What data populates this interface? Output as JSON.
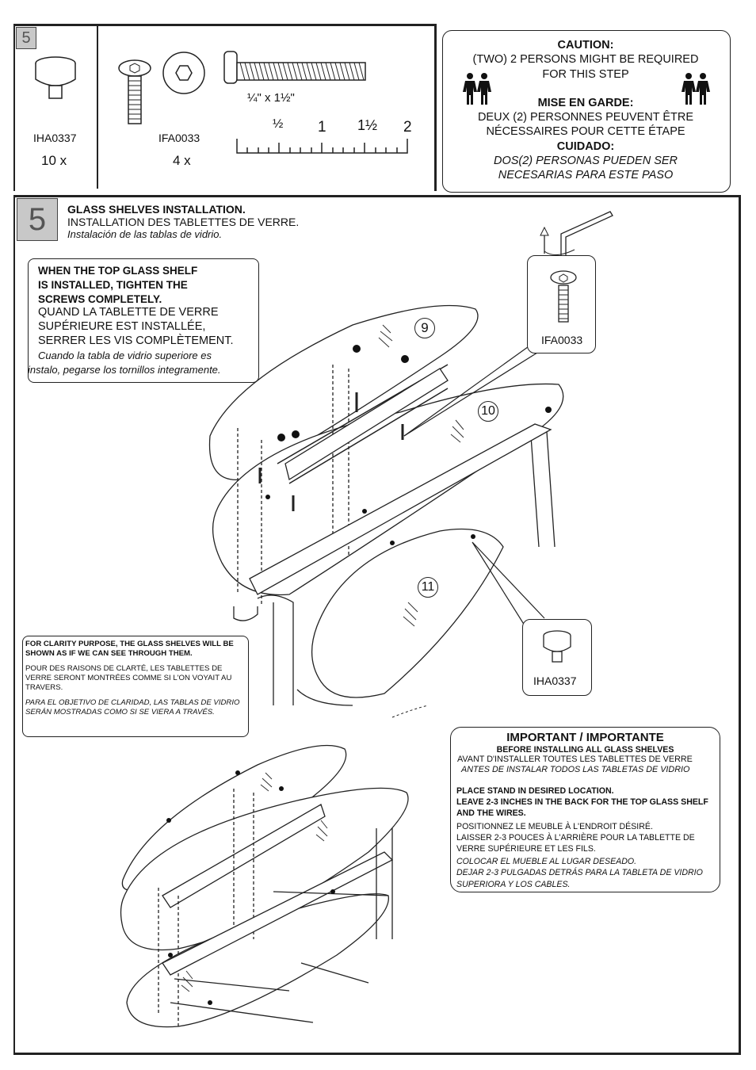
{
  "parts_panel": {
    "step_number": "5",
    "parts": [
      {
        "code": "IHA0337",
        "qty": "10 x",
        "icon": "cap-nut-icon"
      },
      {
        "code": "IFA0033",
        "qty": "4 x",
        "icon": "hex-screw-icon"
      }
    ],
    "screw_size_label": "¼\" x 1½\"",
    "ruler": {
      "labels": [
        "½",
        "1",
        "1½",
        "2"
      ],
      "unit": "inch"
    }
  },
  "caution": {
    "en_title": "CAUTION:",
    "en_text_1": "(TWO) 2 PERSONS MIGHT BE REQUIRED",
    "en_text_2": "FOR THIS STEP",
    "fr_title": "MISE EN GARDE:",
    "fr_text_1": "DEUX (2) PERSONNES PEUVENT ÊTRE",
    "fr_text_2": "NÉCESSAIRES POUR CETTE ÉTAPE",
    "es_title": "CUIDADO:",
    "es_text_1": "DOS(2) PERSONAS PUEDEN SER",
    "es_text_2": "NECESARIAS PARA ESTE PASO",
    "icon": "two-persons-icon"
  },
  "main": {
    "step_number": "5",
    "title_en": "GLASS SHELVES INSTALLATION.",
    "title_fr": "INSTALLATION DES TABLETTES DE VERRE.",
    "title_es": "Instalación de las tablas de vidrio.",
    "note_top": {
      "en_1": "WHEN THE TOP GLASS SHELF",
      "en_2": "IS INSTALLED,  TIGHTEN  THE",
      "en_3": "SCREWS COMPLETELY.",
      "fr_1": "QUAND LA TABLETTE DE VERRE",
      "fr_2": "SUPÉRIEURE EST INSTALLÉE,",
      "fr_3": "SERRER LES VIS COMPLÈTEMENT.",
      "es_1": "Cuando  la  tabla  de  vidrio  superiore  es",
      "es_2": "instalo, pegarse los tornillos integramente."
    },
    "callout_screw": "IFA0033",
    "callout_cap": "IHA0337",
    "shelf_labels": [
      "9",
      "10",
      "11"
    ],
    "clarity_note": {
      "en": "FOR CLARITY PURPOSE, THE GLASS SHELVES WILL BE SHOWN AS IF WE CAN SEE THROUGH THEM.",
      "fr": "POUR DES RAISONS DE CLARTÉ, LES TABLETTES DE VERRE SERONT MONTRÉES COMME SI L'ON VOYAIT AU TRAVERS.",
      "es": "PARA EL OBJETIVO DE CLARIDAD, LAS TABLAS DE VIDRIO SERÁN MOSTRADAS COMO SI SE VIERA A TRAVÉS."
    },
    "important": {
      "title": "IMPORTANT / IMPORTANTE",
      "sub_en": "BEFORE INSTALLING ALL GLASS SHELVES",
      "sub_fr": "AVANT D'INSTALLER TOUTES LES TABLETTES DE VERRE",
      "sub_es": "ANTES DE INSTALAR TODOS LAS TABLETAS DE VIDRIO",
      "en_1": "PLACE STAND IN DESIRED LOCATION.",
      "en_2": "LEAVE 2-3 INCHES IN THE BACK FOR THE TOP GLASS SHELF AND THE WIRES.",
      "fr_1": "POSITIONNEZ LE MEUBLE À L'ENDROIT DÉSIRÉ.",
      "fr_2": "LAISSER 2-3 POUCES À L'ARRIÈRE POUR LA TABLETTE DE VERRE SUPÉRIEURE ET LES FILS.",
      "es_1": "COLOCAR EL MUEBLE AL LUGAR DESEADO.",
      "es_2": "DEJAR 2-3 PULGADAS DETRÁS PARA LA TABLETA DE VIDRIO SUPERIORA Y LOS CABLES."
    }
  }
}
